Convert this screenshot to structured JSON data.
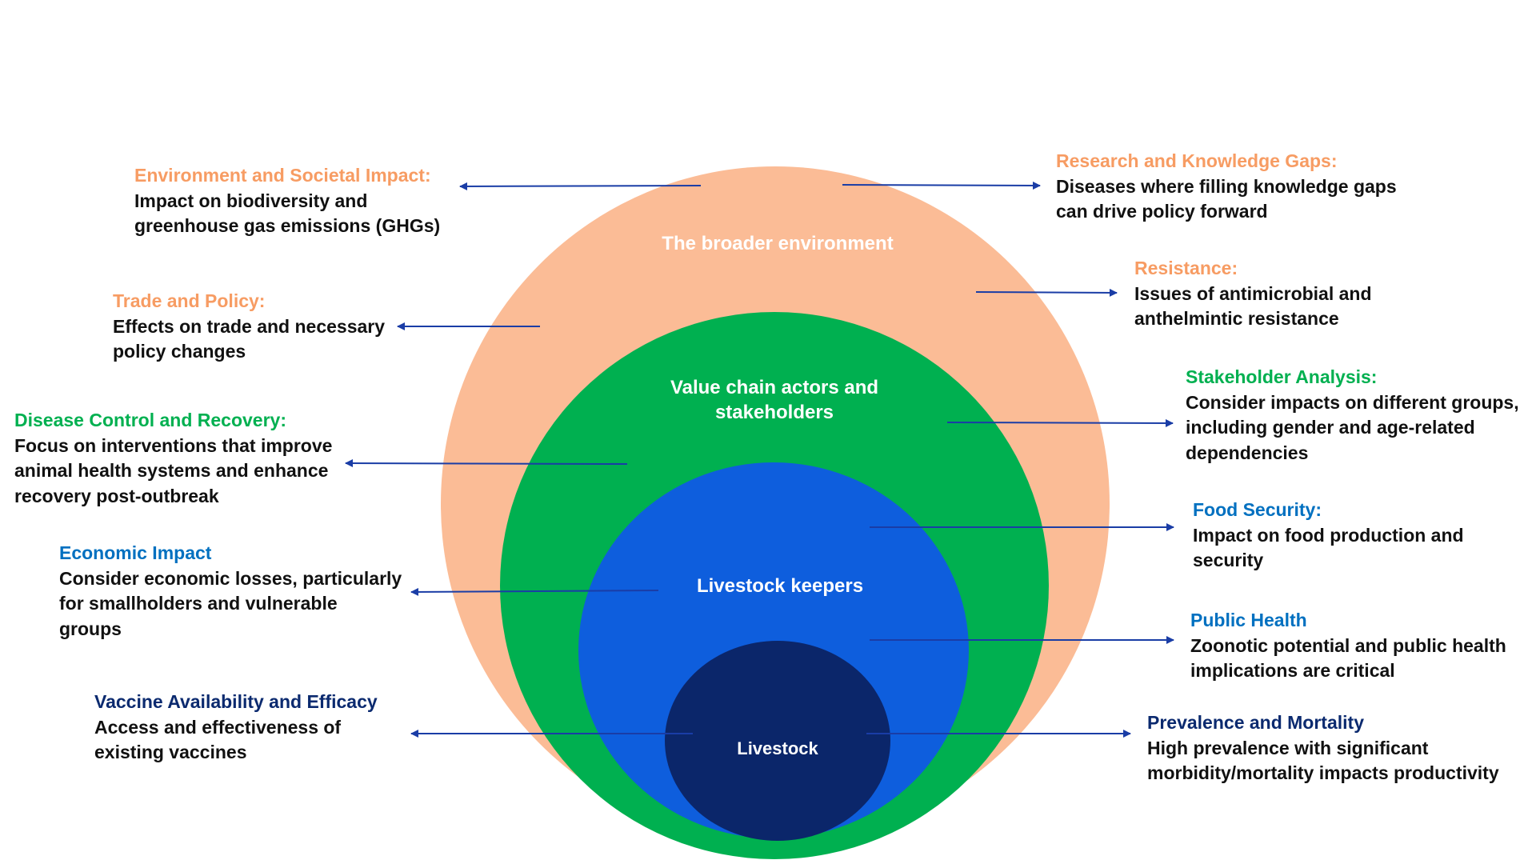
{
  "diagram": {
    "title": "",
    "colors": {
      "broader_environment": "#FBBC96",
      "value_chain": "#00B050",
      "livestock_keepers": "#0E5EDD",
      "livestock": "#0B266A",
      "arrow": "#1A3DA6",
      "heading_orange": "#F79C63",
      "heading_green": "#00B050",
      "heading_blue": "#0070C0",
      "heading_navy": "#0B2A6F",
      "body_text": "#111111"
    },
    "rings": [
      {
        "id": "broader-environment",
        "label_lines": [
          "The broader environment"
        ]
      },
      {
        "id": "value-chain",
        "label_lines": [
          "Value chain actors and",
          "stakeholders"
        ]
      },
      {
        "id": "livestock-keepers",
        "label_lines": [
          "Livestock keepers"
        ]
      },
      {
        "id": "livestock",
        "label_lines": [
          "Livestock"
        ]
      }
    ],
    "callouts": [
      {
        "id": "environment-societal-impact",
        "side": "left",
        "ring": "broader-environment",
        "color": "orange",
        "title": "Environment and Societal Impact:",
        "description": "Impact on biodiversity and\ngreenhouse gas emissions (GHGs)"
      },
      {
        "id": "trade-policy",
        "side": "left",
        "ring": "broader-environment",
        "color": "orange",
        "title": "Trade and Policy:",
        "description": "Effects on trade and necessary\npolicy changes"
      },
      {
        "id": "disease-control-recovery",
        "side": "left",
        "ring": "value-chain",
        "color": "green",
        "title": "Disease Control and Recovery:",
        "description": "Focus on interventions that improve\nanimal health systems and enhance\nrecovery post-outbreak"
      },
      {
        "id": "economic-impact",
        "side": "left",
        "ring": "livestock-keepers",
        "color": "blue",
        "title": "Economic Impact",
        "description": "Consider economic losses, particularly\nfor smallholders and vulnerable\ngroups"
      },
      {
        "id": "vaccine-availability-efficacy",
        "side": "left",
        "ring": "livestock",
        "color": "navy",
        "title": "Vaccine Availability and Efficacy",
        "description": "Access and effectiveness of\nexisting vaccines"
      },
      {
        "id": "research-knowledge-gaps",
        "side": "right",
        "ring": "broader-environment",
        "color": "orange",
        "title": "Research and Knowledge Gaps:",
        "description": "Diseases where filling knowledge gaps\ncan drive policy forward"
      },
      {
        "id": "resistance",
        "side": "right",
        "ring": "broader-environment",
        "color": "orange",
        "title": "Resistance:",
        "description": "Issues of antimicrobial and\nanthelmintic resistance"
      },
      {
        "id": "stakeholder-analysis",
        "side": "right",
        "ring": "value-chain",
        "color": "green",
        "title": "Stakeholder Analysis:",
        "description": "Consider impacts on different groups,\nincluding gender and age-related\ndependencies"
      },
      {
        "id": "food-security",
        "side": "right",
        "ring": "livestock-keepers",
        "color": "blue",
        "title": "Food Security:",
        "description": "Impact on food production and\nsecurity"
      },
      {
        "id": "public-health",
        "side": "right",
        "ring": "livestock-keepers",
        "color": "blue",
        "title": "Public Health",
        "description": "Zoonotic potential and public health\nimplications are critical"
      },
      {
        "id": "prevalence-mortality",
        "side": "right",
        "ring": "livestock",
        "color": "navy",
        "title": "Prevalence and Mortality",
        "description": "High prevalence with significant\nmorbidity/mortality impacts productivity"
      }
    ]
  }
}
